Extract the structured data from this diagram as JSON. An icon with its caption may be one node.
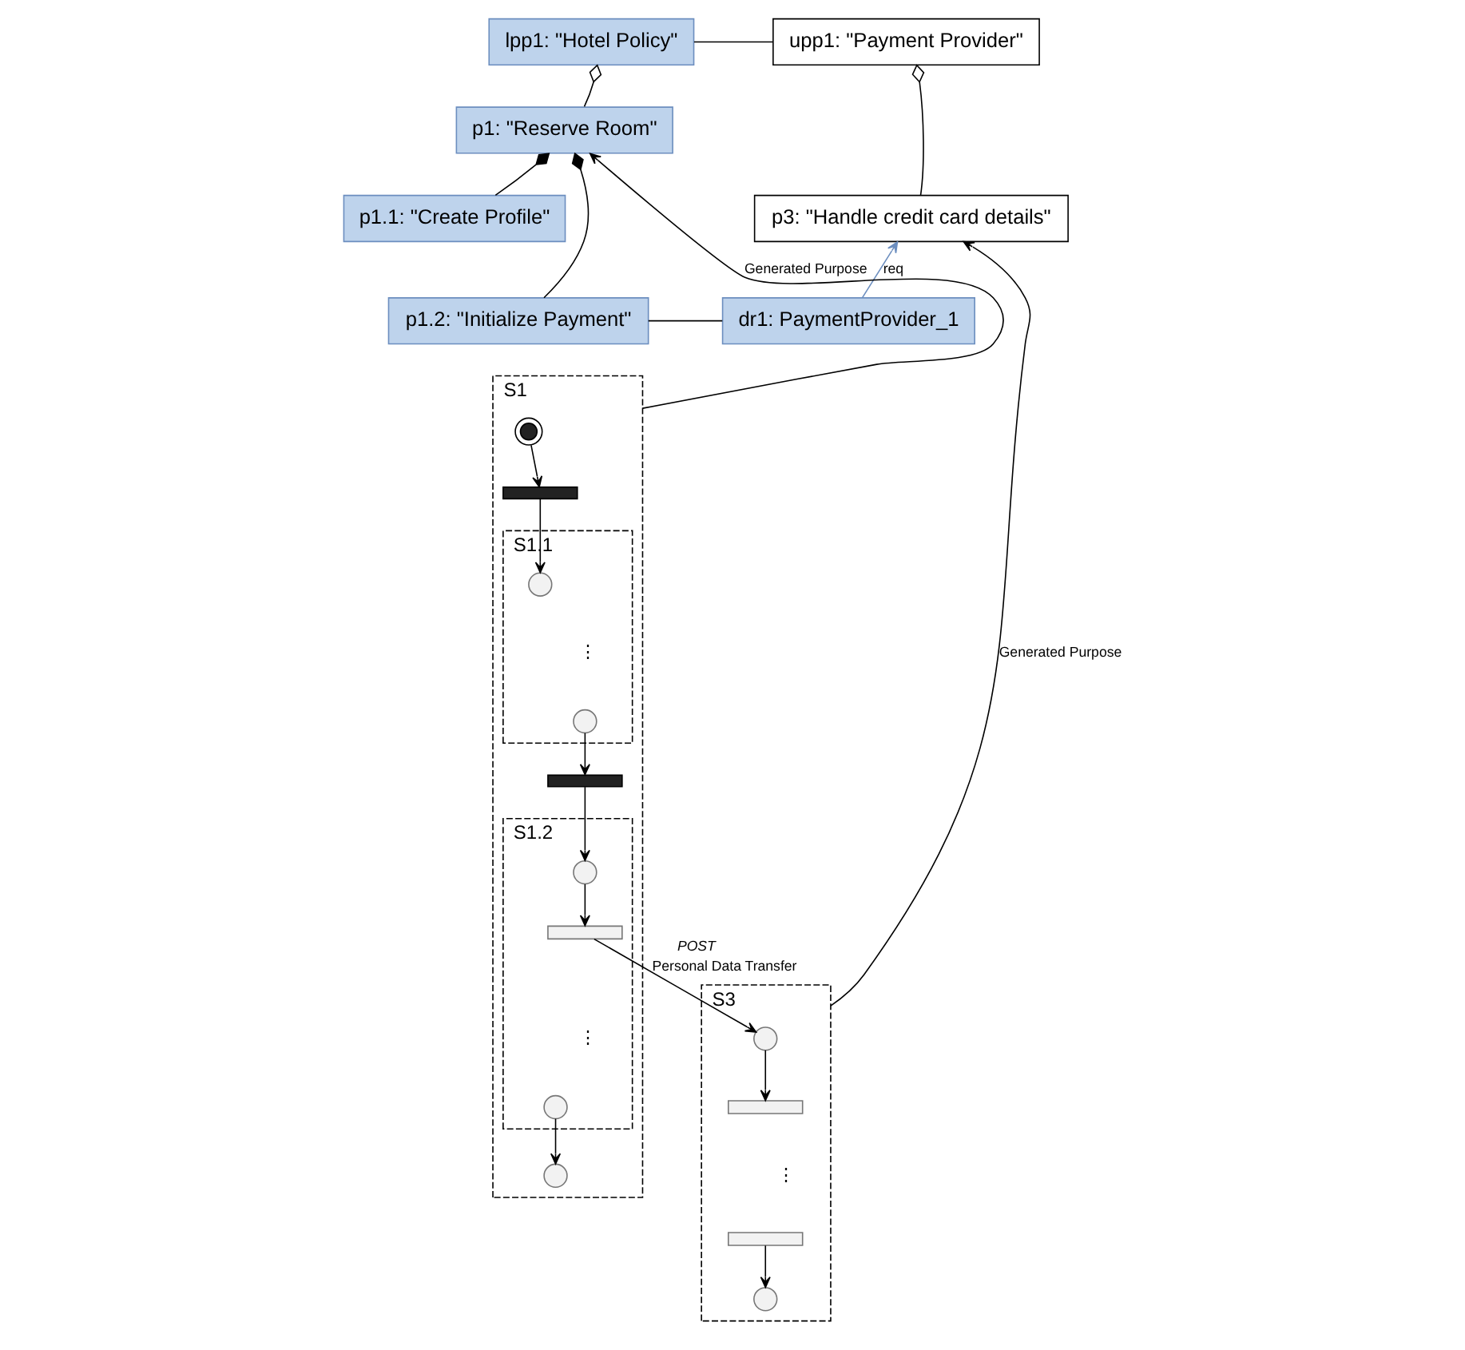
{
  "diagram": {
    "nodes": [
      {
        "text": [
          "lpp1: \"Hotel Policy\""
        ]
      },
      {
        "text": [
          "upp1: \"Payment Provider\""
        ]
      },
      {
        "text": [
          "p1: \"Reserve Room\""
        ]
      },
      {
        "text": [
          "p3: \"Handle credit card details\""
        ]
      },
      {
        "text": [
          "p1.1: \"Create Profile\""
        ]
      },
      {
        "text": [
          "p1.2: \"Initialize Payment\""
        ]
      },
      {
        "text": [
          "dr1: PaymentProvider_1"
        ]
      },
      {
        "text": [
          "S1"
        ]
      },
      {
        "text": [],
        "shape": "circle",
        "in": 7
      },
      {
        "text": [],
        "shape": "bar",
        "in": 7
      },
      {
        "text": [
          "S1.1"
        ],
        "in": 7
      },
      {
        "text": [],
        "shape": "circle",
        "in": 10
      },
      {
        "text": [],
        "shape": "circle",
        "in": 10
      },
      {
        "text": [],
        "shape": "bar",
        "in": 7
      },
      {
        "text": [
          "S1.2"
        ],
        "in": 7
      },
      {
        "text": [],
        "shape": "circle",
        "in": 14
      },
      {
        "text": [],
        "shape": "box",
        "in": 14
      },
      {
        "text": [],
        "shape": "circle",
        "in": 14
      },
      {
        "text": [],
        "shape": "circle",
        "in": 7
      },
      {
        "text": [
          "S3"
        ]
      },
      {
        "text": [],
        "shape": "circle",
        "in": 19
      },
      {
        "text": [],
        "shape": "box",
        "in": 19
      },
      {
        "text": [],
        "shape": "box",
        "in": 19
      },
      {
        "text": [],
        "shape": "circle",
        "in": 19
      }
    ],
    "edges": [
      {
        "from": 0,
        "to": 1,
        "arrow": "none"
      },
      {
        "from": 2,
        "to": 0,
        "arrow": "other"
      },
      {
        "from": 3,
        "to": 1,
        "arrow": "other"
      },
      {
        "from": 4,
        "to": 2,
        "arrow": "other"
      },
      {
        "from": 5,
        "to": 2,
        "arrow": "other"
      },
      {
        "from": 5,
        "to": 6,
        "arrow": "none"
      },
      {
        "from": 6,
        "to": 3,
        "arrow": "to",
        "label": "req",
        "color": "#6c8ebf"
      },
      {
        "from": 7,
        "to": 2,
        "arrow": "to",
        "label": "Generated Purpose"
      },
      {
        "from": 19,
        "to": 3,
        "arrow": "to",
        "label": "Generated Purpose"
      },
      {
        "from": 8,
        "to": 9,
        "arrow": "to"
      },
      {
        "from": 9,
        "to": 11,
        "arrow": "to"
      },
      {
        "from": 12,
        "to": 13,
        "arrow": "to"
      },
      {
        "from": 13,
        "to": 15,
        "arrow": "to"
      },
      {
        "from": 15,
        "to": 16,
        "arrow": "to"
      },
      {
        "from": 17,
        "to": 18,
        "arrow": "to"
      },
      {
        "from": 16,
        "to": 20,
        "arrow": "to",
        "label": "Personal Data Transfer"
      },
      {
        "from": 20,
        "to": 21,
        "arrow": "to"
      },
      {
        "from": 22,
        "to": 23,
        "arrow": "to"
      }
    ],
    "labels": [
      "⋮",
      "⋮",
      "⋮",
      "POST"
    ]
  }
}
